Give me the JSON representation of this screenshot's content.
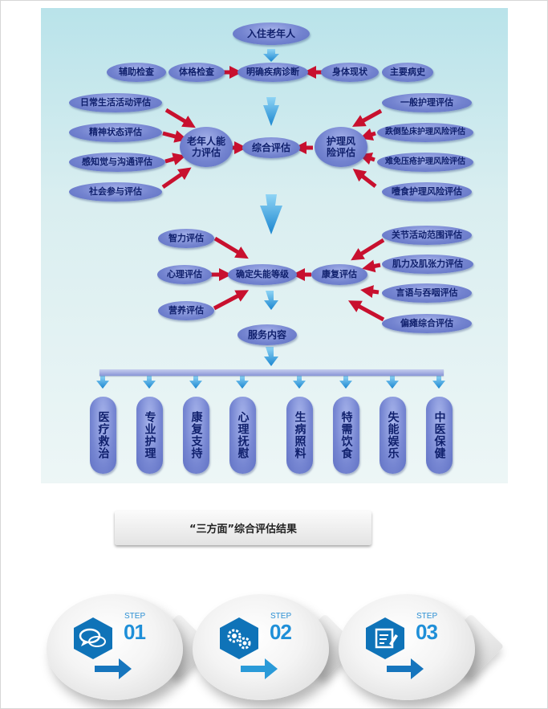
{
  "diagram": {
    "top": "入住老年人",
    "diagnosis_row": {
      "left": [
        "辅助检查",
        "体格检查"
      ],
      "center": "明确疾病诊断",
      "right": [
        "身体现状",
        "主要病史"
      ]
    },
    "assessment": {
      "left_items": [
        "日常生活活动评估",
        "精神状态评估",
        "感知觉与沟通评估",
        "社会参与评估"
      ],
      "left_hub": "老年人能力评估",
      "center": "综合评估",
      "right_hub": "护理风险评估",
      "right_items": [
        "一般护理评估",
        "跌倒坠床护理风险评估",
        "难免压疮护理风险评估",
        "噎食护理风险评估"
      ]
    },
    "disability": {
      "left_items": [
        "智力评估",
        "心理评估",
        "营养评估"
      ],
      "center": "确定失能等级",
      "right_hub": "康复评估",
      "right_items": [
        "关节活动范围评估",
        "肌力及肌张力评估",
        "言语与吞咽评估",
        "偏瘫综合评估"
      ]
    },
    "service": "服务内容",
    "services": [
      "医疗救治",
      "专业护理",
      "康复支持",
      "心理抚慰",
      "生病照料",
      "特需饮食",
      "失能娱乐",
      "中医保健"
    ]
  },
  "result_title": "“三方面”综合评估结果",
  "steps": [
    {
      "label": "STEP",
      "number": "01",
      "icon": "chat-bubbles-icon"
    },
    {
      "label": "STEP",
      "number": "02",
      "icon": "gears-icon"
    },
    {
      "label": "STEP",
      "number": "03",
      "icon": "notepad-icon"
    }
  ],
  "colors": {
    "node": "#7484d0",
    "node_text": "#10206d",
    "red_arrow": "#c8102e",
    "blue_arrow": "#2a9ad8",
    "step_accent": "#1f8fd8",
    "hex_icon": "#0f73b8"
  }
}
